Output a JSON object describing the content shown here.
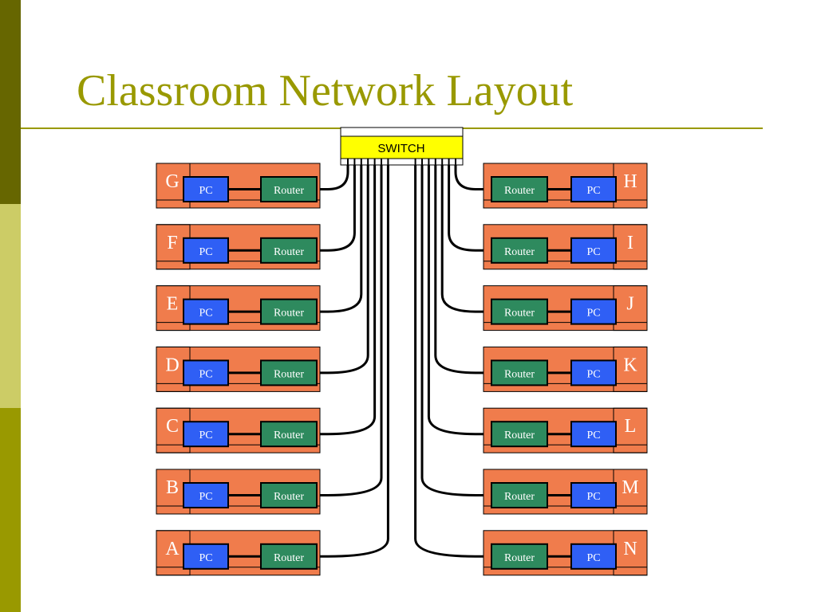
{
  "slide": {
    "title": "Classroom Network Layout"
  },
  "switch": {
    "label": "SWITCH"
  },
  "device_labels": {
    "pc": "PC",
    "router": "Router"
  },
  "colors": {
    "accent": "#999900",
    "station": "#f07c4c",
    "pc": "#2f5ff5",
    "router": "#2e8a5e",
    "switch": "#ffff00",
    "cable": "#000000"
  },
  "stations": {
    "left": [
      "G",
      "F",
      "E",
      "D",
      "C",
      "B",
      "A"
    ],
    "right": [
      "H",
      "I",
      "J",
      "K",
      "L",
      "M",
      "N"
    ]
  }
}
